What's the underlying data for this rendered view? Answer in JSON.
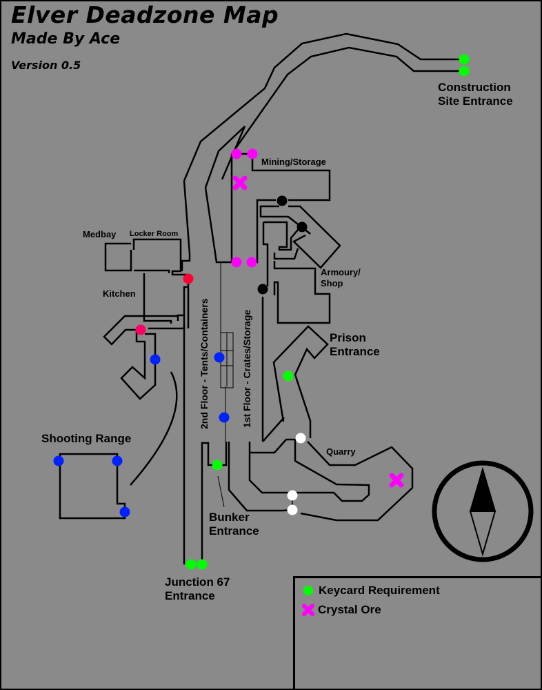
{
  "header": {
    "title": "Elver Deadzone Map",
    "subtitle": "Made By Ace",
    "version": "Version 0.5"
  },
  "colors": {
    "background": "#8a8a8a",
    "wall": "#000000",
    "keycard": "#00ff00",
    "crystal": "#ff00ff",
    "mining_door": "#ff00ff",
    "red_door": "#ff0033",
    "pink_door": "#ff0066",
    "blue_door": "#0022ff",
    "black_door": "#000000",
    "white_door": "#ffffff"
  },
  "locations": {
    "construction": "Construction\nSite Entrance",
    "construction_line1": "Construction",
    "construction_line2": "Site Entrance",
    "mining": "Mining/Storage",
    "medbay": "Medbay",
    "locker_room": "Locker Room",
    "kitchen": "Kitchen",
    "armoury_line1": "Armoury/",
    "armoury_line2": "Shop",
    "second_floor": "2nd Floor - Tents/Containers",
    "first_floor": "1st Floor - Crates/Storage",
    "prison_line1": "Prison",
    "prison_line2": "Entrance",
    "shooting_range": "Shooting Range",
    "quarry": "Quarry",
    "bunker_line1": "Bunker",
    "bunker_line2": "Entrance",
    "junction_line1": "Junction 67",
    "junction_line2": "Entrance"
  },
  "legend": {
    "items": [
      {
        "icon": "keycard-dot",
        "label": "Keycard Requirement"
      },
      {
        "icon": "crystal-ore-x",
        "label": "Crystal Ore"
      }
    ]
  },
  "markers": {
    "keycard": [
      [
        673,
        86
      ],
      [
        673,
        103
      ],
      [
        418,
        545
      ],
      [
        315,
        674
      ],
      [
        277,
        818
      ],
      [
        293,
        818
      ]
    ],
    "crystal_ore": [
      [
        348,
        265
      ],
      [
        575,
        696
      ]
    ],
    "mining_doors": [
      [
        343,
        223
      ],
      [
        366,
        223
      ],
      [
        343,
        380
      ],
      [
        365,
        380
      ]
    ],
    "red_doors": [
      [
        273,
        404
      ]
    ],
    "pink_doors": [
      [
        204,
        478
      ]
    ],
    "blue_doors": [
      [
        225,
        521
      ],
      [
        318,
        518
      ],
      [
        325,
        605
      ],
      [
        85,
        668
      ],
      [
        170,
        668
      ],
      [
        181,
        742
      ]
    ],
    "black_doors": [
      [
        409,
        291
      ],
      [
        438,
        329
      ],
      [
        381,
        419
      ]
    ],
    "white_doors": [
      [
        436,
        635
      ],
      [
        424,
        718
      ],
      [
        424,
        739
      ]
    ]
  }
}
